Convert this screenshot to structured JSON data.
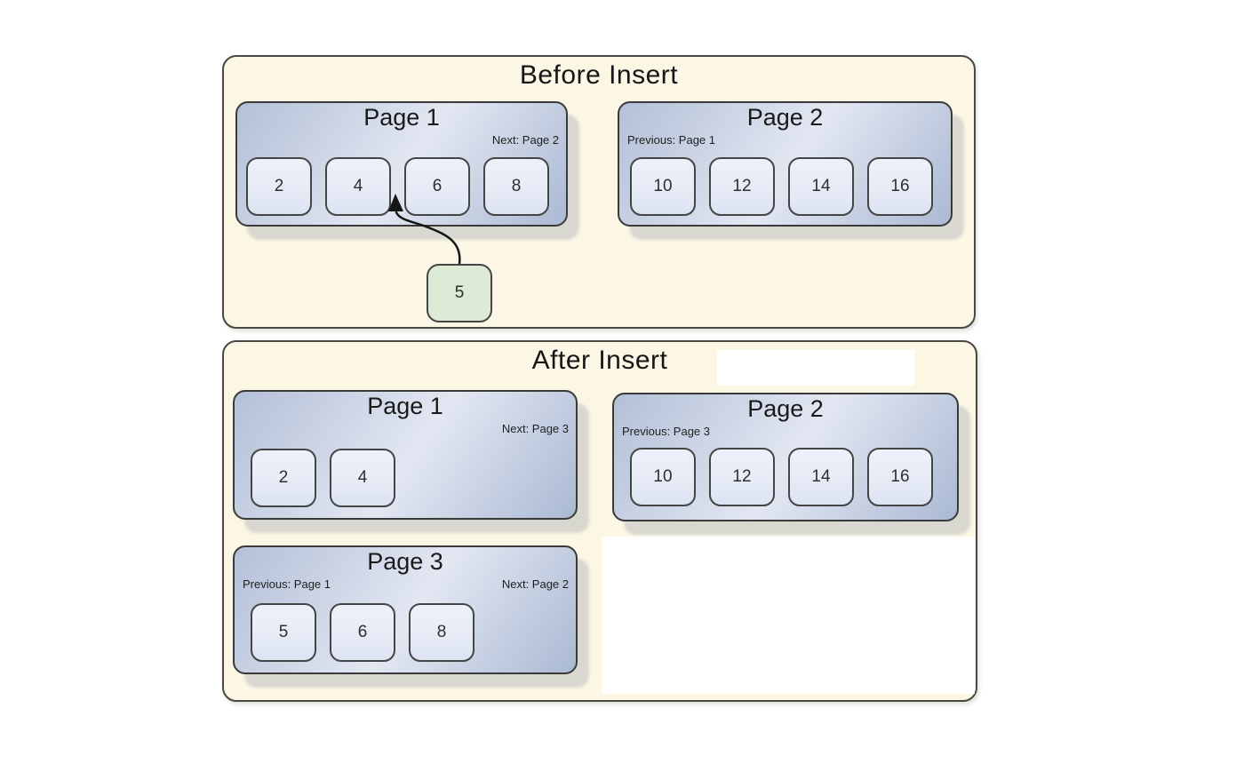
{
  "colors": {
    "panel_background": "#fbf7e4",
    "page_fill_light": "#e2e7f2",
    "page_fill_dark": "#aebcd5",
    "cell_fill": "#e9eef8",
    "inserted_cell_fill": "#dcead6",
    "outline": "#3a3a3a"
  },
  "before": {
    "title": "Before Insert",
    "pages": [
      {
        "title": "Page 1",
        "next_label": "Next: Page 2",
        "cells": [
          "2",
          "4",
          "6",
          "8"
        ]
      },
      {
        "title": "Page 2",
        "prev_label": "Previous: Page 1",
        "cells": [
          "10",
          "12",
          "14",
          "16"
        ]
      }
    ],
    "insert_cell": {
      "value": "5"
    }
  },
  "after": {
    "title": "After Insert",
    "pages": [
      {
        "title": "Page 1",
        "next_label": "Next: Page 3",
        "cells": [
          "2",
          "4"
        ]
      },
      {
        "title": "Page 2",
        "prev_label": "Previous: Page 3",
        "cells": [
          "10",
          "12",
          "14",
          "16"
        ]
      },
      {
        "title": "Page 3",
        "prev_label": "Previous: Page 1",
        "next_label": "Next: Page 2",
        "cells": [
          "5",
          "6",
          "8"
        ]
      }
    ]
  }
}
